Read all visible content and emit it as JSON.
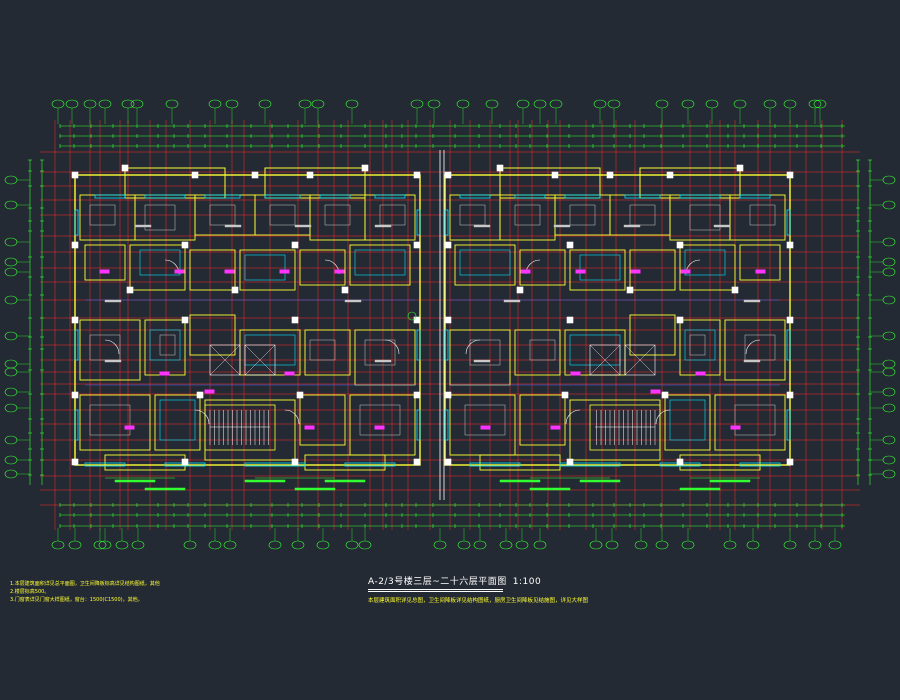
{
  "drawing": {
    "title": "A-2/3号楼三层~二十六层平面图",
    "scale": "1:100",
    "subtitle": "本层建筑面积详见总图，卫生间降板详见结构图纸，厨房卫生间降板见结施图，详见大样图",
    "notes": [
      "1.本层建筑面积详见总平面图，卫生间降板标高详见结构图纸，其他",
      "2.楼层标高500。",
      "3.门窗表详见门窗大样图纸，窗台：1500(C1500)，其他。"
    ]
  },
  "colors": {
    "background": "#242a33",
    "axis_grid": "#ff2a2a",
    "dimension": "#33ff33",
    "walls": "#ffff33",
    "columns": "#ffffff",
    "openings": "#00e5ff",
    "furniture": "#c8c8c8",
    "tags": "#ff33ff",
    "blue_lines": "#3366ff"
  }
}
